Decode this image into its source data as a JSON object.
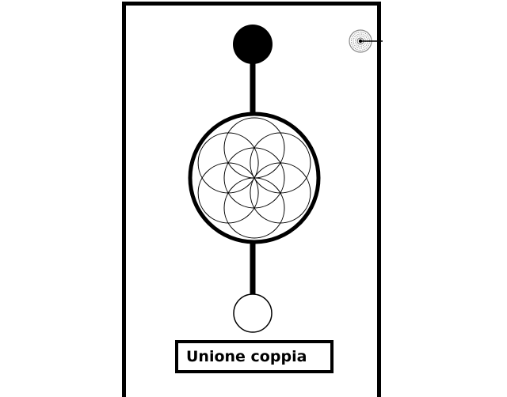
{
  "card": {
    "caption": "Unione coppia"
  },
  "colors": {
    "ink": "#000000",
    "paper": "#ffffff",
    "badge": "#888888"
  },
  "symbols": {
    "top_node": "filled-circle",
    "center_emblem": "flower-of-life",
    "bottom_node": "hollow-circle",
    "corner_badge": "spiral-target-icon"
  }
}
